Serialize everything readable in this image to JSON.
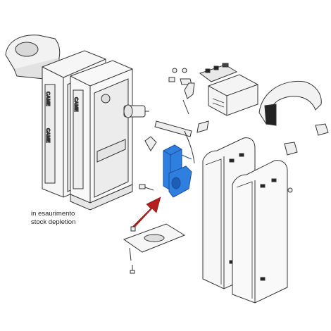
{
  "annotation": {
    "line1": "in esaurimento",
    "line2": "stock depletion"
  },
  "brand": "CAME",
  "colors": {
    "highlight": "#2f7fe0",
    "arrow": "#b3201d",
    "line": "#333333",
    "fill": "#f4f4f4"
  }
}
